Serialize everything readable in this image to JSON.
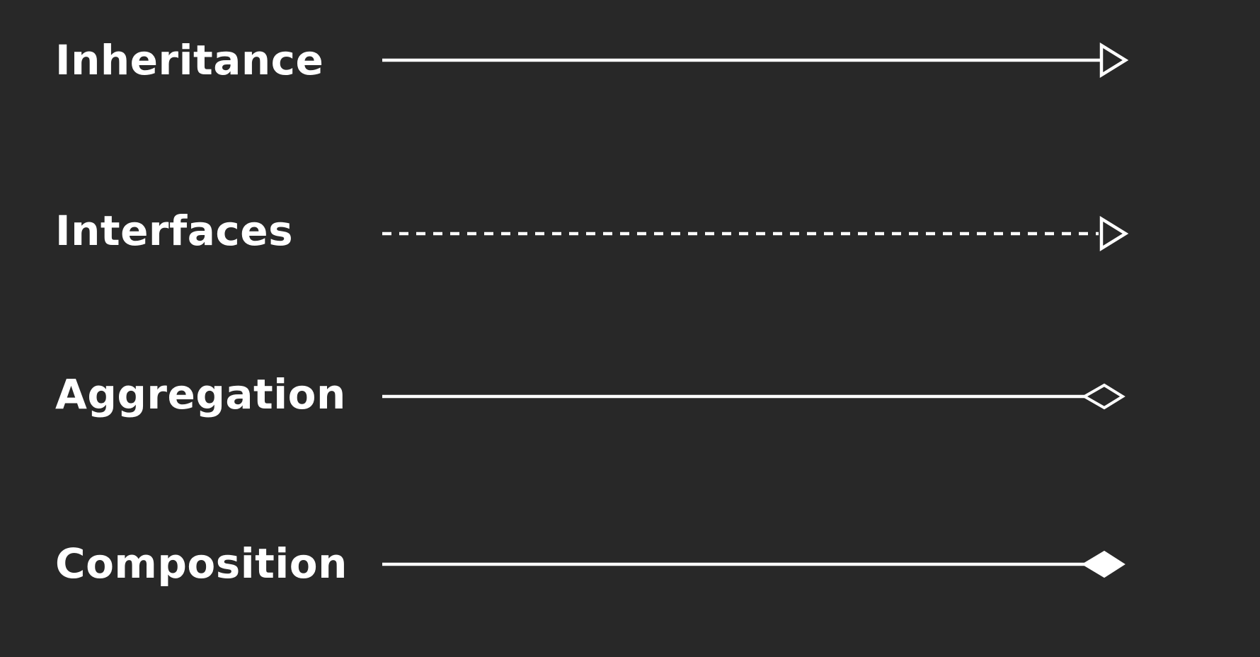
{
  "relationships": [
    {
      "id": "inheritance",
      "label": "Inheritance",
      "line_style": "solid",
      "arrowhead": "hollow-triangle"
    },
    {
      "id": "interfaces",
      "label": "Interfaces",
      "line_style": "dashed",
      "arrowhead": "hollow-triangle"
    },
    {
      "id": "aggregation",
      "label": "Aggregation",
      "line_style": "solid",
      "arrowhead": "hollow-diamond"
    },
    {
      "id": "composition",
      "label": "Composition",
      "line_style": "solid",
      "arrowhead": "filled-diamond"
    }
  ],
  "colors": {
    "background": "#282828",
    "foreground": "#ffffff"
  }
}
